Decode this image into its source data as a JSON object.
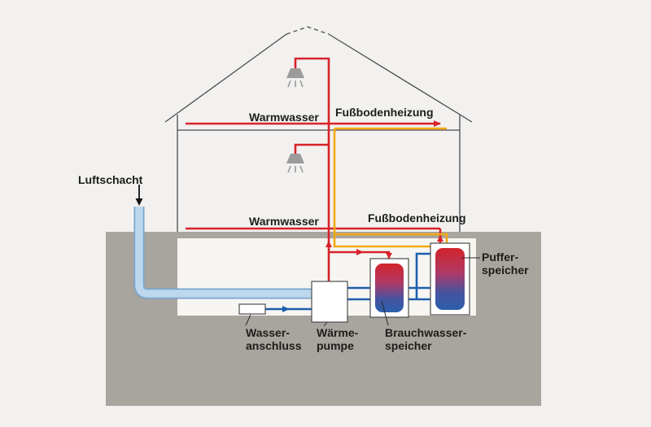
{
  "labels": {
    "luftschacht": "Luftschacht",
    "warmwasser_upper": "Warmwasser",
    "fussbodenheizung_upper": "Fußbodenheizung",
    "warmwasser_lower": "Warmwasser",
    "fussbodenheizung_lower": "Fußbodenheizung",
    "wasseranschluss": {
      "line1": "Wasser-",
      "line2": "anschluss"
    },
    "waermepumpe": {
      "line1": "Wärme-",
      "line2": "pumpe"
    },
    "brauchwasserspeicher": {
      "line1": "Brauchwasser-",
      "line2": "speicher"
    },
    "pufferspeicher": {
      "line1": "Puffer-",
      "line2": "speicher"
    }
  },
  "colors": {
    "hot_water_pipe": "#d7232a",
    "floor_heating_pipe": "#f3a812",
    "cold_water_pipe": "#1e5fad",
    "air_duct": "#bdd8ee",
    "air_duct_outline": "#7ba6cd",
    "ground": "#a8a49e",
    "background": "#f2f1ef",
    "outline": "#4d4d4d",
    "tank_gradient_top": "#d2232a",
    "tank_gradient_bottom": "#2b5fac",
    "shower_gray": "#9b9b9b"
  }
}
